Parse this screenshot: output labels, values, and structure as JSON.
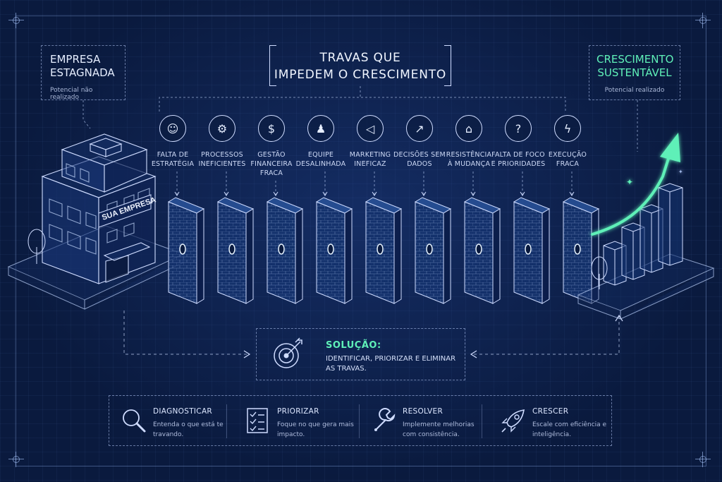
{
  "header": {
    "title_line1": "TRAVAS QUE",
    "title_line2": "IMPEDEM O CRESCIMENTO"
  },
  "left_box": {
    "title_line1": "EMPRESA",
    "title_line2": "ESTAGNADA",
    "subtitle": "Potencial não realizado"
  },
  "right_box": {
    "title_line1": "CRESCIMENTO",
    "title_line2": "SUSTENTÁVEL",
    "subtitle": "Potencial realizado"
  },
  "building_sign": "SUA EMPRESA",
  "barriers": [
    {
      "icon": "person-icon",
      "glyph": "☺",
      "lines": [
        "FALTA DE",
        "ESTRATÉGIA"
      ]
    },
    {
      "icon": "gear-icon",
      "glyph": "⚙",
      "lines": [
        "PROCESSOS",
        "INEFICIENTES"
      ]
    },
    {
      "icon": "dollar-icon",
      "glyph": "$",
      "lines": [
        "GESTÃO",
        "FINANCEIRA",
        "FRACA"
      ]
    },
    {
      "icon": "team-icon",
      "glyph": "♟",
      "lines": [
        "EQUIPE",
        "DESALINHADA"
      ]
    },
    {
      "icon": "megaphone-icon",
      "glyph": "◁",
      "lines": [
        "MARKETING",
        "INEFICAZ"
      ]
    },
    {
      "icon": "chart-icon",
      "glyph": "↗",
      "lines": [
        "DECISÕES SEM",
        "DADOS"
      ]
    },
    {
      "icon": "lock-icon",
      "glyph": "⌂",
      "lines": [
        "RESISTÊNCIA",
        "À MUDANÇA"
      ]
    },
    {
      "icon": "question-icon",
      "glyph": "?",
      "lines": [
        "FALTA DE FOCO",
        "E PRIORIDADES"
      ]
    },
    {
      "icon": "lightning-icon",
      "glyph": "ϟ",
      "lines": [
        "EXECUÇÃO",
        "FRACA"
      ]
    }
  ],
  "solution": {
    "title": "SOLUÇÃO:",
    "text": "IDENTIFICAR, PRIORIZAR E ELIMINAR AS TRAVAS."
  },
  "steps": [
    {
      "icon": "magnifier-icon",
      "title": "DIAGNOSTICAR",
      "desc": "Entenda o que está te travando."
    },
    {
      "icon": "checklist-icon",
      "title": "PRIORIZAR",
      "desc": "Foque no que gera mais impacto."
    },
    {
      "icon": "wrench-icon",
      "title": "RESOLVER",
      "desc": "Implemente melhorias com consistência."
    },
    {
      "icon": "rocket-icon",
      "title": "CRESCER",
      "desc": "Escale com eficiência e inteligência."
    }
  ],
  "colors": {
    "background": "#0a1a3e",
    "line": "#cfdcff",
    "accent_blue": "#3fa0ff",
    "accent_green": "#5ff0b8"
  }
}
